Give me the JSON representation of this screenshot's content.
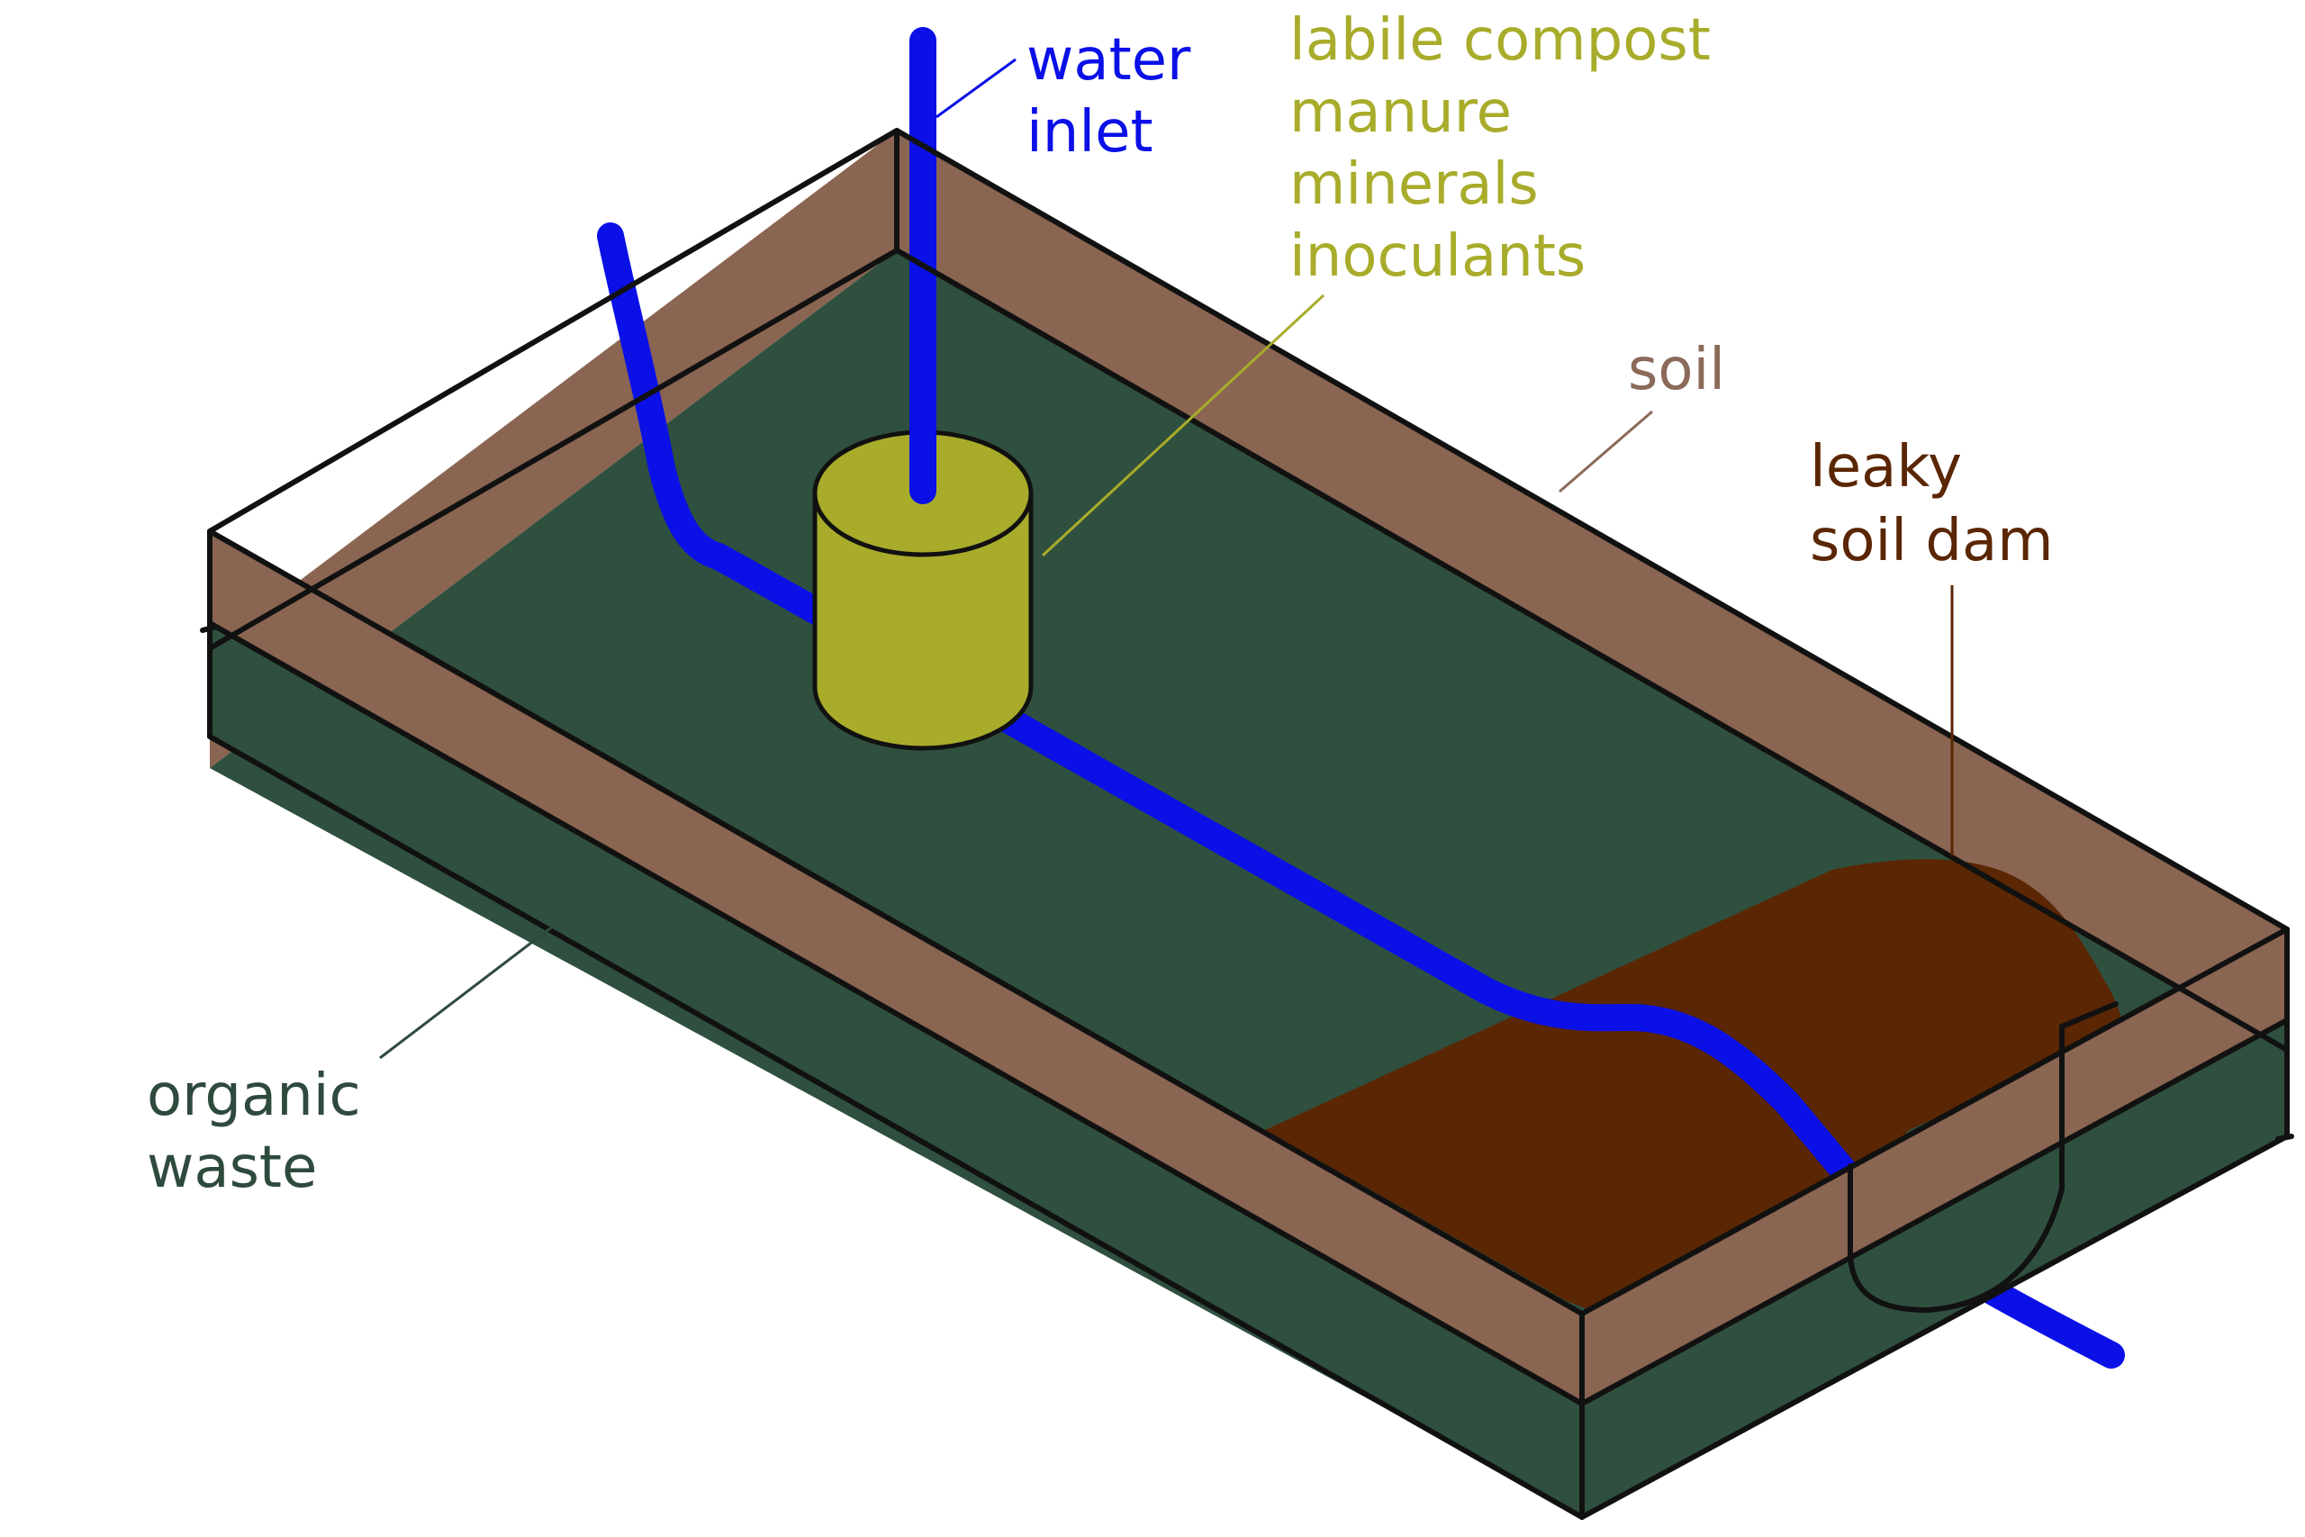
{
  "labels": {
    "water_inlet": [
      "water",
      "inlet"
    ],
    "additives": [
      "labile compost",
      "manure",
      "minerals",
      "inoculants"
    ],
    "soil": "soil",
    "dam": [
      "leaky",
      "soil dam"
    ],
    "waste": [
      "organic",
      "waste"
    ]
  },
  "colors": {
    "water": "#0a10e6",
    "additive": "#a8ac2a",
    "soil_label": "#8b6a59",
    "soil_band": "#8a6552",
    "dam": "#5a2603",
    "waste": "#30503f",
    "waste_label": "#2e4a3d",
    "edge": "#111111"
  }
}
